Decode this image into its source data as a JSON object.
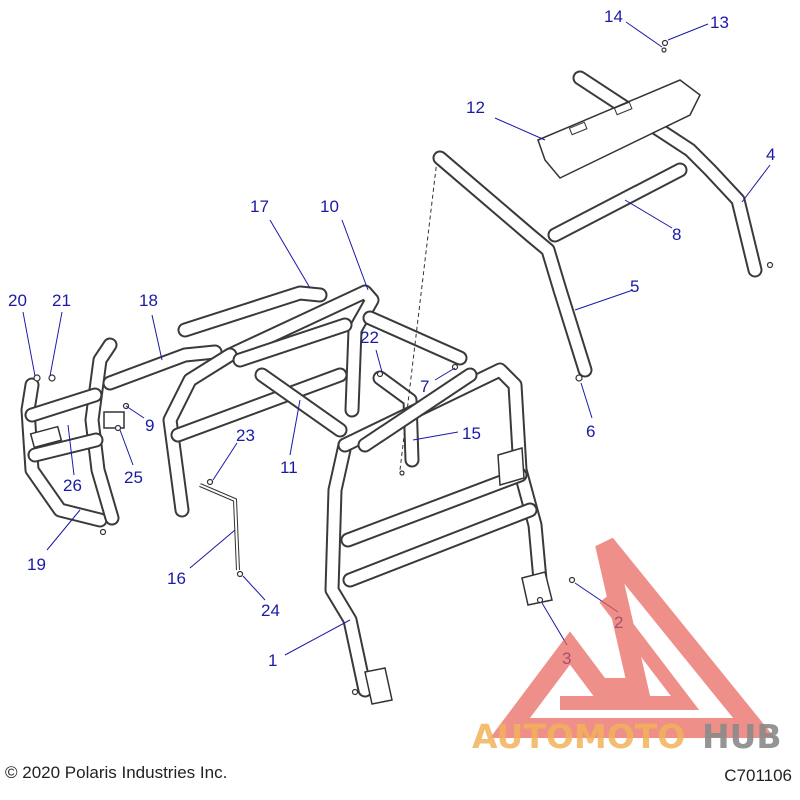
{
  "callouts": [
    {
      "n": "1"
    },
    {
      "n": "2"
    },
    {
      "n": "3"
    },
    {
      "n": "4"
    },
    {
      "n": "5"
    },
    {
      "n": "6"
    },
    {
      "n": "7"
    },
    {
      "n": "8"
    },
    {
      "n": "9"
    },
    {
      "n": "10"
    },
    {
      "n": "11"
    },
    {
      "n": "12"
    },
    {
      "n": "13"
    },
    {
      "n": "14"
    },
    {
      "n": "15"
    },
    {
      "n": "16"
    },
    {
      "n": "17"
    },
    {
      "n": "18"
    },
    {
      "n": "19"
    },
    {
      "n": "20"
    },
    {
      "n": "21"
    },
    {
      "n": "22"
    },
    {
      "n": "23"
    },
    {
      "n": "24"
    },
    {
      "n": "25"
    },
    {
      "n": "26"
    }
  ],
  "footer": {
    "copyright": "© 2020 Polaris Industries Inc.",
    "code": "C701106"
  },
  "watermark": {
    "part1": "AUTOMOTO",
    "part2": "HUB",
    "color_orange": "#f2b25a",
    "color_gray": "#8a8a8a",
    "color_red": "#e8615a"
  },
  "colors": {
    "callout": "#1a1aa6",
    "line": "#3a3a3a"
  }
}
